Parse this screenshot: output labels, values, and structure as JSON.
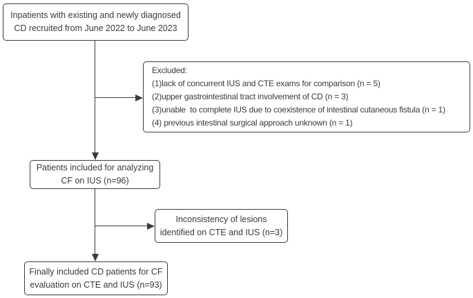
{
  "colors": {
    "background": "#ffffff",
    "box_border": "#3b3b3b",
    "text": "#3a3a3a",
    "connector": "#3b3b3b"
  },
  "boxes": {
    "recruited": {
      "line1": "Inpatients with existing and newly diagnosed",
      "line2": "CD recruited from June 2022 to June 2023"
    },
    "excluded": {
      "title": "Excluded:",
      "item1": "(1)lack of concurrent IUS and CTE exams for comparison (n = 5)",
      "item2": "(2)upper gastrointestinal tract involvement of CD (n = 3)",
      "item3": "(3)unable  to complete IUS due to coexistence of intestinal cutaneous fistula (n = 1)",
      "item4": "(4) previous intestinal surgical approach unknown (n = 1)"
    },
    "included_ius": {
      "line1": "Patients included for analyzing",
      "line2": "CF on IUS (n=96)"
    },
    "inconsistency": {
      "line1": "Inconsistency of lesions",
      "line2": "identified on CTE and IUS (n=3)"
    },
    "final_included": {
      "line1": "Finally included CD patients for CF",
      "line2": "evaluation on CTE and IUS (n=93)"
    }
  }
}
